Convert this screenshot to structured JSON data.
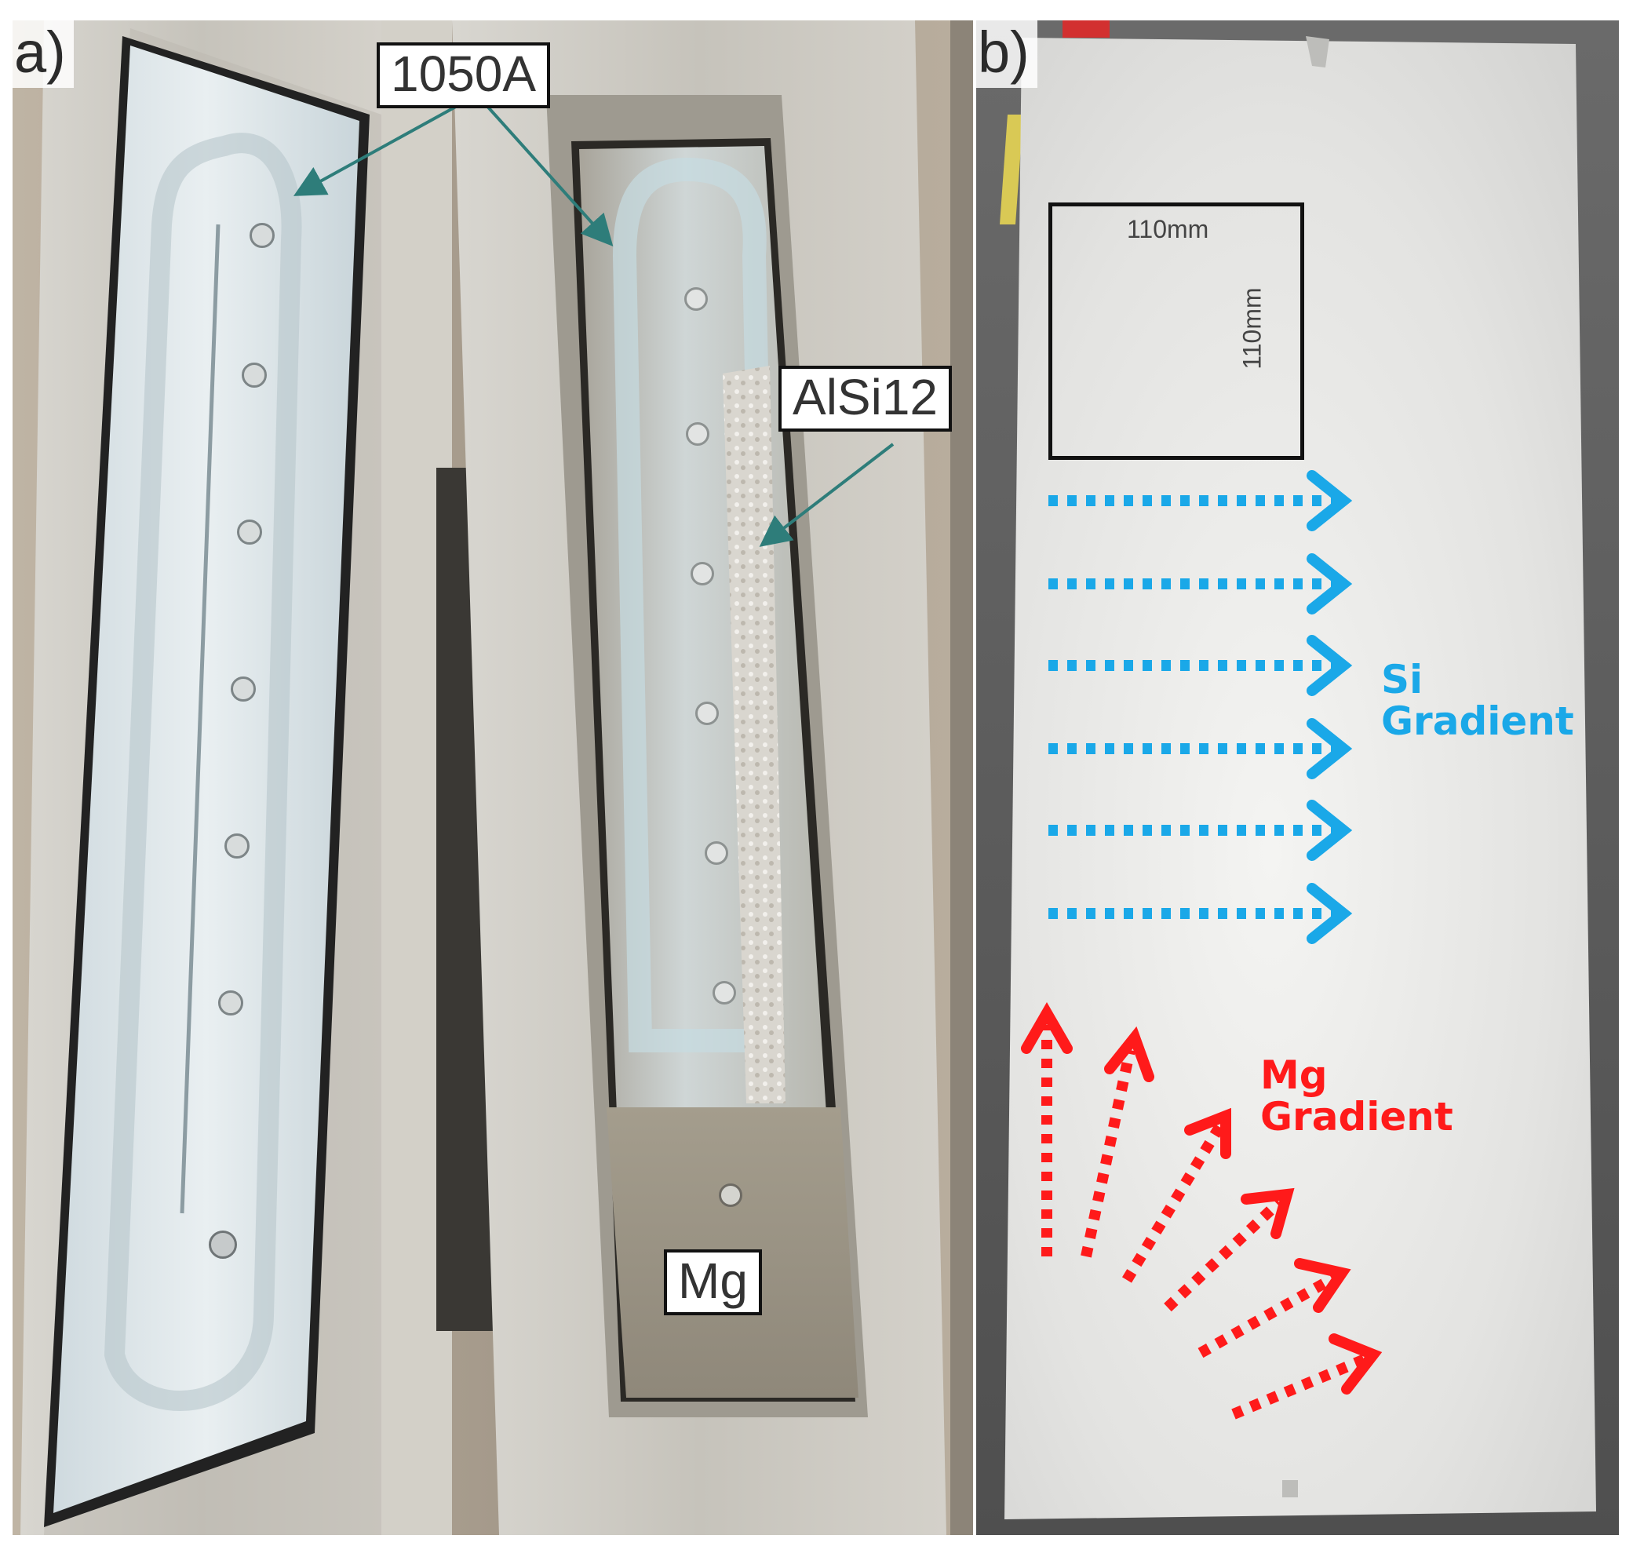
{
  "panel_a": {
    "label": "a)",
    "callouts": {
      "top": "1050A",
      "middle": "AlSi12",
      "bottom": "Mg"
    }
  },
  "panel_b": {
    "label": "b)",
    "square_dims": {
      "width": "110mm",
      "height": "110mm"
    },
    "si_gradient": {
      "line1": "Si",
      "line2": "Gradient"
    },
    "mg_gradient": {
      "line1": "Mg",
      "line2": "Gradient"
    }
  },
  "colors": {
    "si_arrows": "#1aa8e8",
    "mg_arrows": "#ff1a1a",
    "pointer_arrows": "#2e7d7a"
  }
}
